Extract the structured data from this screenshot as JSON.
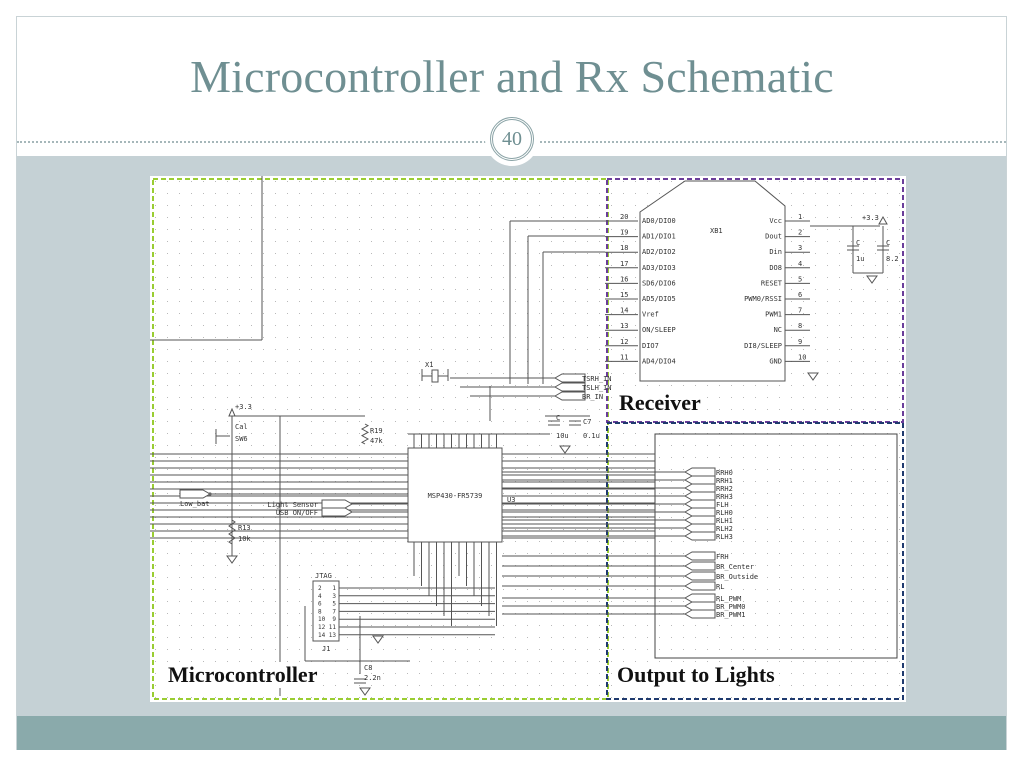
{
  "slide": {
    "title": "Microcontroller and Rx Schematic",
    "page_number": "40"
  },
  "colors": {
    "title": "#6f8f92",
    "band": "#c5d1d5",
    "footer": "#8aaaab",
    "microcontroller_box": "#9acd32",
    "receiver_box": "#6a3d9a",
    "output_box": "#1f3a6e"
  },
  "regions": {
    "microcontroller": "Microcontroller",
    "receiver": "Receiver",
    "output": "Output to Lights"
  },
  "receiver": {
    "part": "XB1",
    "left_pins": [
      {
        "num": "20",
        "name": "AD0/DIO0"
      },
      {
        "num": "19",
        "name": "AD1/DIO1"
      },
      {
        "num": "18",
        "name": "AD2/DIO2"
      },
      {
        "num": "17",
        "name": "AD3/DIO3"
      },
      {
        "num": "16",
        "name": "SD6/DIO6"
      },
      {
        "num": "15",
        "name": "AD5/DIO5"
      },
      {
        "num": "14",
        "name": "Vref"
      },
      {
        "num": "13",
        "name": "ON/SLEEP"
      },
      {
        "num": "12",
        "name": "DIO7"
      },
      {
        "num": "11",
        "name": "AD4/DIO4"
      }
    ],
    "right_pins": [
      {
        "num": "1",
        "name": "Vcc"
      },
      {
        "num": "2",
        "name": "Dout"
      },
      {
        "num": "3",
        "name": "Din"
      },
      {
        "num": "4",
        "name": "DO8"
      },
      {
        "num": "5",
        "name": "RESET"
      },
      {
        "num": "6",
        "name": "PWM0/RSSI"
      },
      {
        "num": "7",
        "name": "PWM1"
      },
      {
        "num": "8",
        "name": "NC"
      },
      {
        "num": "9",
        "name": "DI8/SLEEP"
      },
      {
        "num": "10",
        "name": "GND"
      }
    ],
    "supply": "+3.3",
    "caps": [
      {
        "name": "C",
        "value": "1u"
      },
      {
        "name": "C",
        "value": "8.2"
      }
    ]
  },
  "mcu": {
    "part": "MSP430-FR5739",
    "ref": "U3",
    "crystal": "X1",
    "supply": "+3.3",
    "switch": {
      "name": "Cal",
      "ref": "SW6"
    },
    "r19": {
      "name": "R19",
      "value": "47k"
    },
    "r13": {
      "name": "R13",
      "value": "10k"
    },
    "c_bulk": {
      "name": "C",
      "value": "10u"
    },
    "c7": {
      "name": "C7",
      "value": "0.1u"
    },
    "c8": {
      "name": "C8",
      "value": "2.2n"
    },
    "inputs": [
      "TSRH_IN",
      "TSLH_IN",
      "BR_IN"
    ],
    "side_ports": [
      "Light Sensor",
      "USB ON/OFF"
    ],
    "low_bat": "Low_bat",
    "jtag": {
      "title": "JTAG",
      "ref": "J1",
      "left": [
        "2",
        "4",
        "6",
        "8",
        "10",
        "12",
        "14"
      ],
      "right": [
        "1",
        "3",
        "5",
        "7",
        "9",
        "11",
        "13"
      ]
    }
  },
  "outputs": {
    "group1": [
      "RRH0",
      "RRH1",
      "RRH2",
      "RRH3",
      "FLH",
      "RLH0",
      "RLH1",
      "RLH2",
      "RLH3"
    ],
    "group2": [
      "FRH",
      "BR_Center",
      "BR_Outside",
      "RL"
    ],
    "group3": [
      "RL_PWM",
      "BR_PWM0",
      "BR_PWM1"
    ]
  }
}
